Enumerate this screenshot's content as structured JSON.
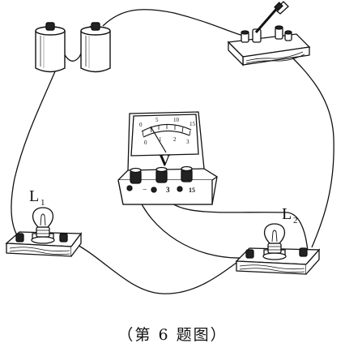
{
  "figure": {
    "bulb1_label": "L",
    "bulb1_subscript": "1",
    "bulb2_label": "L",
    "bulb2_subscript": "2",
    "meter_symbol": "V",
    "meter_terminals": [
      "−",
      "3",
      "15"
    ],
    "meter_scale_upper": [
      "0",
      "5",
      "10",
      "15"
    ],
    "meter_scale_lower": [
      "0",
      "1",
      "2",
      "3"
    ]
  },
  "caption": "（第 6 题图）"
}
